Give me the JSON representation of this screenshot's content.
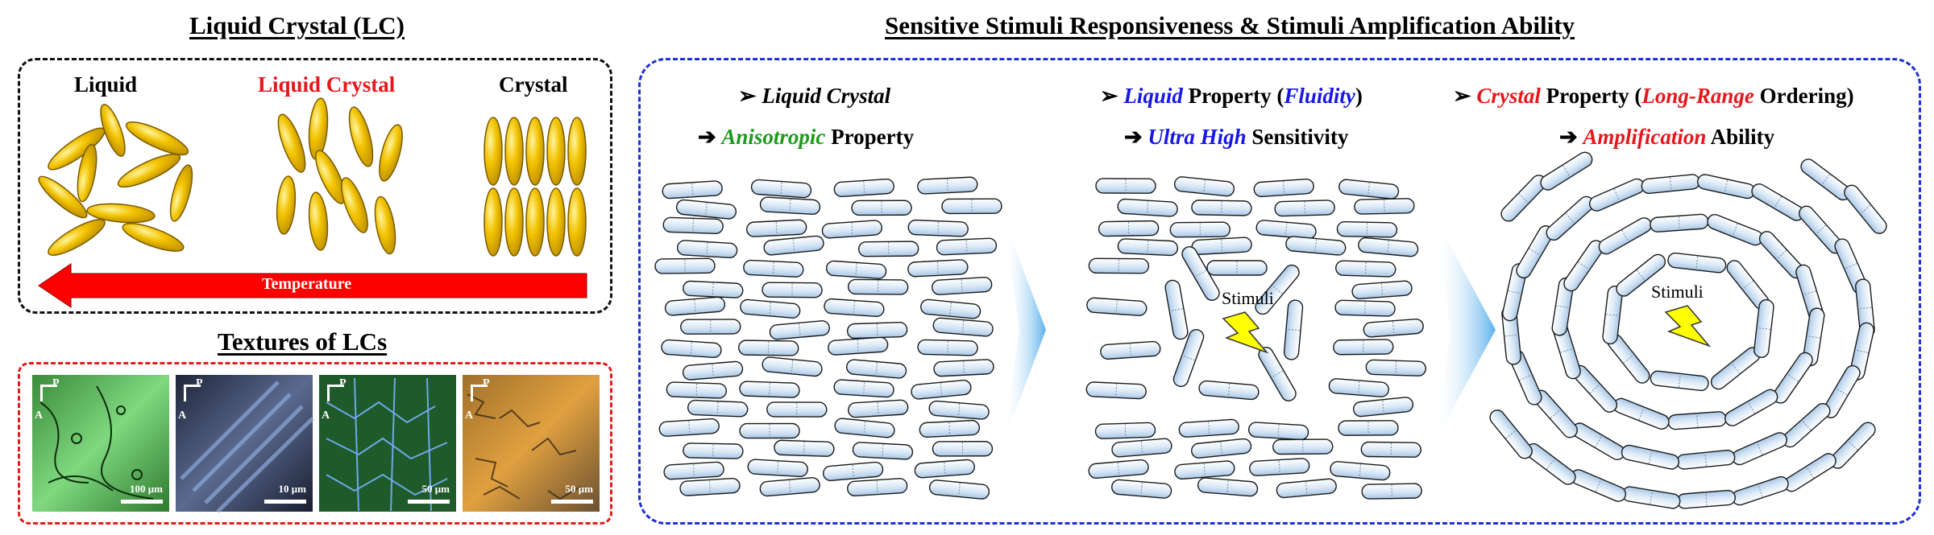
{
  "left_title": "Liquid Crystal (LC)",
  "right_title": "Sensitive Stimuli Responsiveness  &  Stimuli Amplification Ability",
  "phases": {
    "liquid": "Liquid",
    "lc": "Liquid Crystal",
    "crystal": "Crystal"
  },
  "temperature_label": "Temperature",
  "textures_title": "Textures of LCs",
  "textures": [
    {
      "scale": "100 μm",
      "polarizer": "P",
      "analyzer": "A"
    },
    {
      "scale": "10 μm",
      "polarizer": "P",
      "analyzer": "A"
    },
    {
      "scale": "50 μm",
      "polarizer": "P",
      "analyzer": "A"
    },
    {
      "scale": "50 μm",
      "polarizer": "P",
      "analyzer": "A"
    }
  ],
  "panels": [
    {
      "line1": {
        "bullet": "➢",
        "words": [
          {
            "text": "Liquid Crystal",
            "style": "italic-black"
          }
        ]
      },
      "line2": {
        "bullet": "➔",
        "words": [
          {
            "text": "Anisotropic",
            "style": "italic-green"
          },
          {
            "text": " Property",
            "style": "plain"
          }
        ]
      }
    },
    {
      "line1": {
        "bullet": "➢",
        "words": [
          {
            "text": "Liquid",
            "style": "italic-blue"
          },
          {
            "text": " Property (",
            "style": "plain"
          },
          {
            "text": "Fluidity",
            "style": "italic-blue"
          },
          {
            "text": ")",
            "style": "plain"
          }
        ]
      },
      "line2": {
        "bullet": "➔",
        "words": [
          {
            "text": "Ultra High",
            "style": "italic-blue"
          },
          {
            "text": " Sensitivity",
            "style": "plain"
          }
        ]
      },
      "stimuli": "Stimuli"
    },
    {
      "line1": {
        "bullet": "➢",
        "words": [
          {
            "text": "Crystal",
            "style": "italic-red"
          },
          {
            "text": " Property (",
            "style": "plain"
          },
          {
            "text": "Long-Range",
            "style": "italic-red"
          },
          {
            "text": " Ordering)",
            "style": "plain"
          }
        ]
      },
      "line2": {
        "bullet": "➔",
        "words": [
          {
            "text": "Amplification",
            "style": "italic-red"
          },
          {
            "text": " Ability",
            "style": "plain"
          }
        ]
      },
      "stimuli": "Stimuli"
    }
  ],
  "colors": {
    "mesogen_gold": "#f2c300",
    "arrow_red": "#ff0000",
    "capsule_blue": "#c9dff2",
    "bolt_yellow": "#ffff00",
    "chevron_blue": "#5fb3ea"
  }
}
